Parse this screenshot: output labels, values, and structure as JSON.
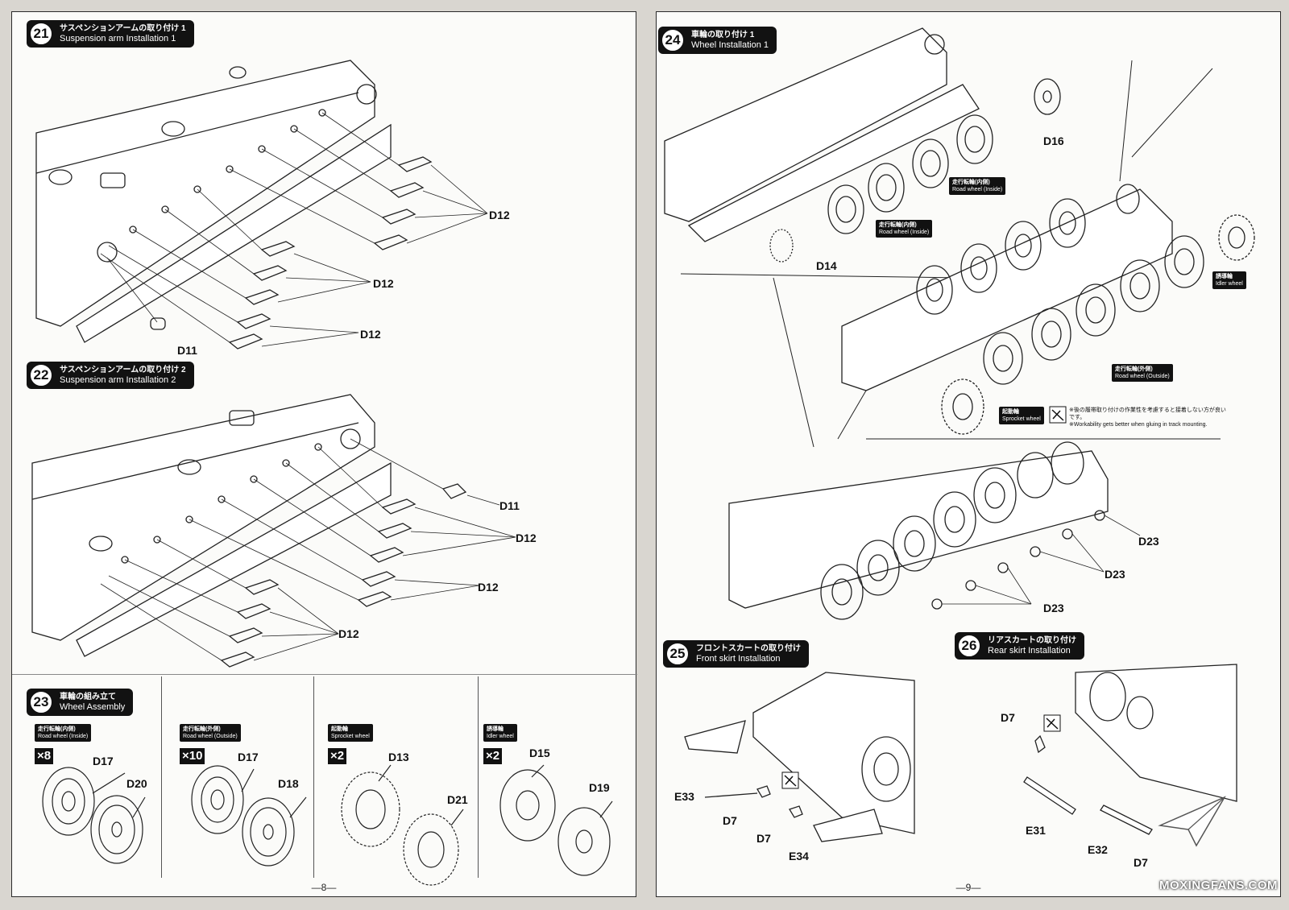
{
  "pages": {
    "left_number": "8",
    "right_number": "9"
  },
  "steps": {
    "s21": {
      "num": "21",
      "jp": "サスペンションアームの取り付け 1",
      "en": "Suspension arm Installation 1"
    },
    "s22": {
      "num": "22",
      "jp": "サスペンションアームの取り付け 2",
      "en": "Suspension arm Installation 2"
    },
    "s23": {
      "num": "23",
      "jp": "車輪の組み立て",
      "en": "Wheel Assembly"
    },
    "s24": {
      "num": "24",
      "jp": "車輪の取り付け 1",
      "en": "Wheel Installation 1"
    },
    "s25": {
      "num": "25",
      "jp": "フロントスカートの取り付け",
      "en": "Front skirt Installation"
    },
    "s26": {
      "num": "26",
      "jp": "リアスカートの取り付け",
      "en": "Rear skirt Installation"
    }
  },
  "parts": {
    "d11": "D11",
    "d12": "D12",
    "d13": "D13",
    "d14": "D14",
    "d15": "D15",
    "d16": "D16",
    "d17": "D17",
    "d18": "D18",
    "d19": "D19",
    "d20": "D20",
    "d21": "D21",
    "d23": "D23",
    "d7": "D7",
    "e31": "E31",
    "e32": "E32",
    "e33": "E33",
    "e34": "E34"
  },
  "tags": {
    "road_inside": {
      "jp": "走行転輪(内側)",
      "en": "Road wheel (Inside)"
    },
    "road_outside": {
      "jp": "走行転輪(外側)",
      "en": "Road wheel (Outside)"
    },
    "sprocket": {
      "jp": "起動輪",
      "en": "Sprocket wheel"
    },
    "idler": {
      "jp": "誘導輪",
      "en": "Idler wheel"
    }
  },
  "quantities": {
    "q8": "×8",
    "q10": "×10",
    "q2a": "×2",
    "q2b": "×2"
  },
  "notes": {
    "glue_jp": "※後の履帯取り付けの作業性を考慮すると接着しない方が良いです。",
    "glue_en": "※Workability gets better when gluing in track mounting."
  },
  "watermark": "MOXINGFANS.COM",
  "icons": [
    "no-glue-icon",
    "watermark-logo-icon"
  ]
}
